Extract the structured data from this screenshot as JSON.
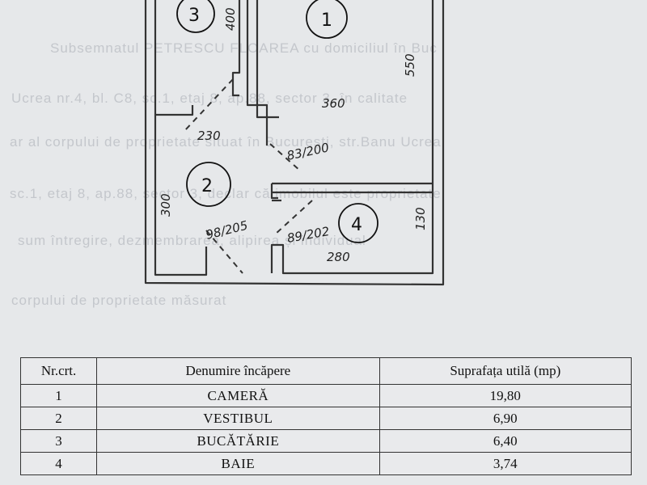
{
  "background_text": [
    "Subsemnatul PETRESCU FLOAREA cu domiciliul în Buc",
    "Ucrea nr.4, bl. C8, sc.1, etaj 8, ap.88, sector 3, în calitate",
    "ar al corpului de proprietate situat în București, str.Banu Ucrea",
    "sc.1, etaj 8, ap.88, sector 3, declar că imobilul este proprietate",
    "sum întregire, dezmembrarea, alipirea și individual",
    "corpului de proprietate măsurat"
  ],
  "floor_plan": {
    "rooms": [
      "3",
      "1",
      "2",
      "4"
    ],
    "dimensions": [
      "400",
      "550",
      "360",
      "230",
      "83/200",
      "300",
      "130",
      "98/205",
      "89/202",
      "280"
    ]
  },
  "table": {
    "headers": [
      "Nr.crt.",
      "Denumire încăpere",
      "Suprafața utilă (mp)"
    ],
    "rows": [
      {
        "nr": "1",
        "name": "CAMERĂ",
        "area": "19,80"
      },
      {
        "nr": "2",
        "name": "VESTIBUL",
        "area": "6,90"
      },
      {
        "nr": "3",
        "name": "BUCĂTĂRIE",
        "area": "6,40"
      },
      {
        "nr": "4",
        "name": "BAIE",
        "area": "3,74"
      }
    ]
  }
}
